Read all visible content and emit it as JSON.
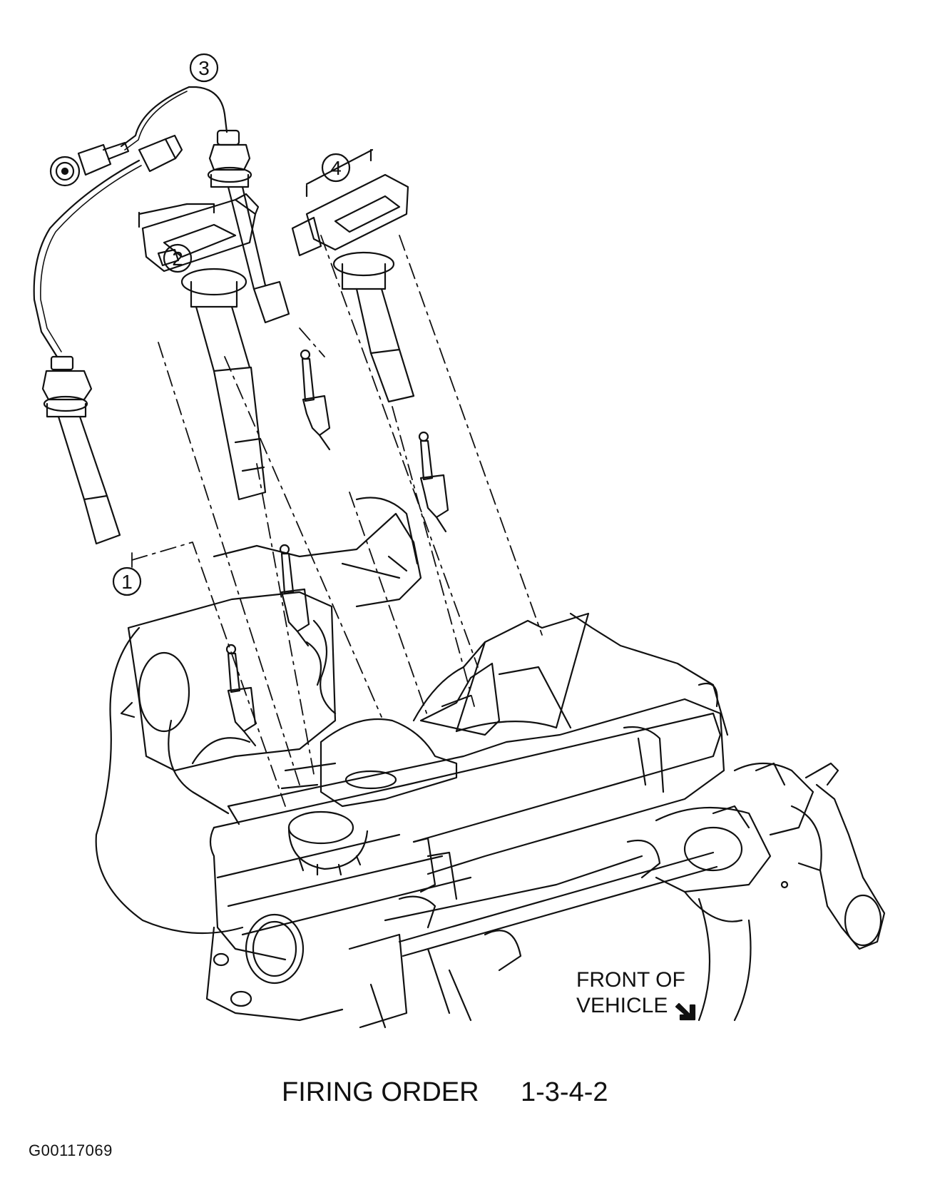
{
  "callouts": [
    "1",
    "2",
    "3",
    "4"
  ],
  "front_of_vehicle": {
    "line1": "FRONT OF",
    "line2": "VEHICLE",
    "arrow_icon": "arrow-down-right-icon"
  },
  "firing_order": {
    "label": "FIRING ORDER",
    "sequence": "1-3-4-2"
  },
  "figure_id": "G00117069"
}
